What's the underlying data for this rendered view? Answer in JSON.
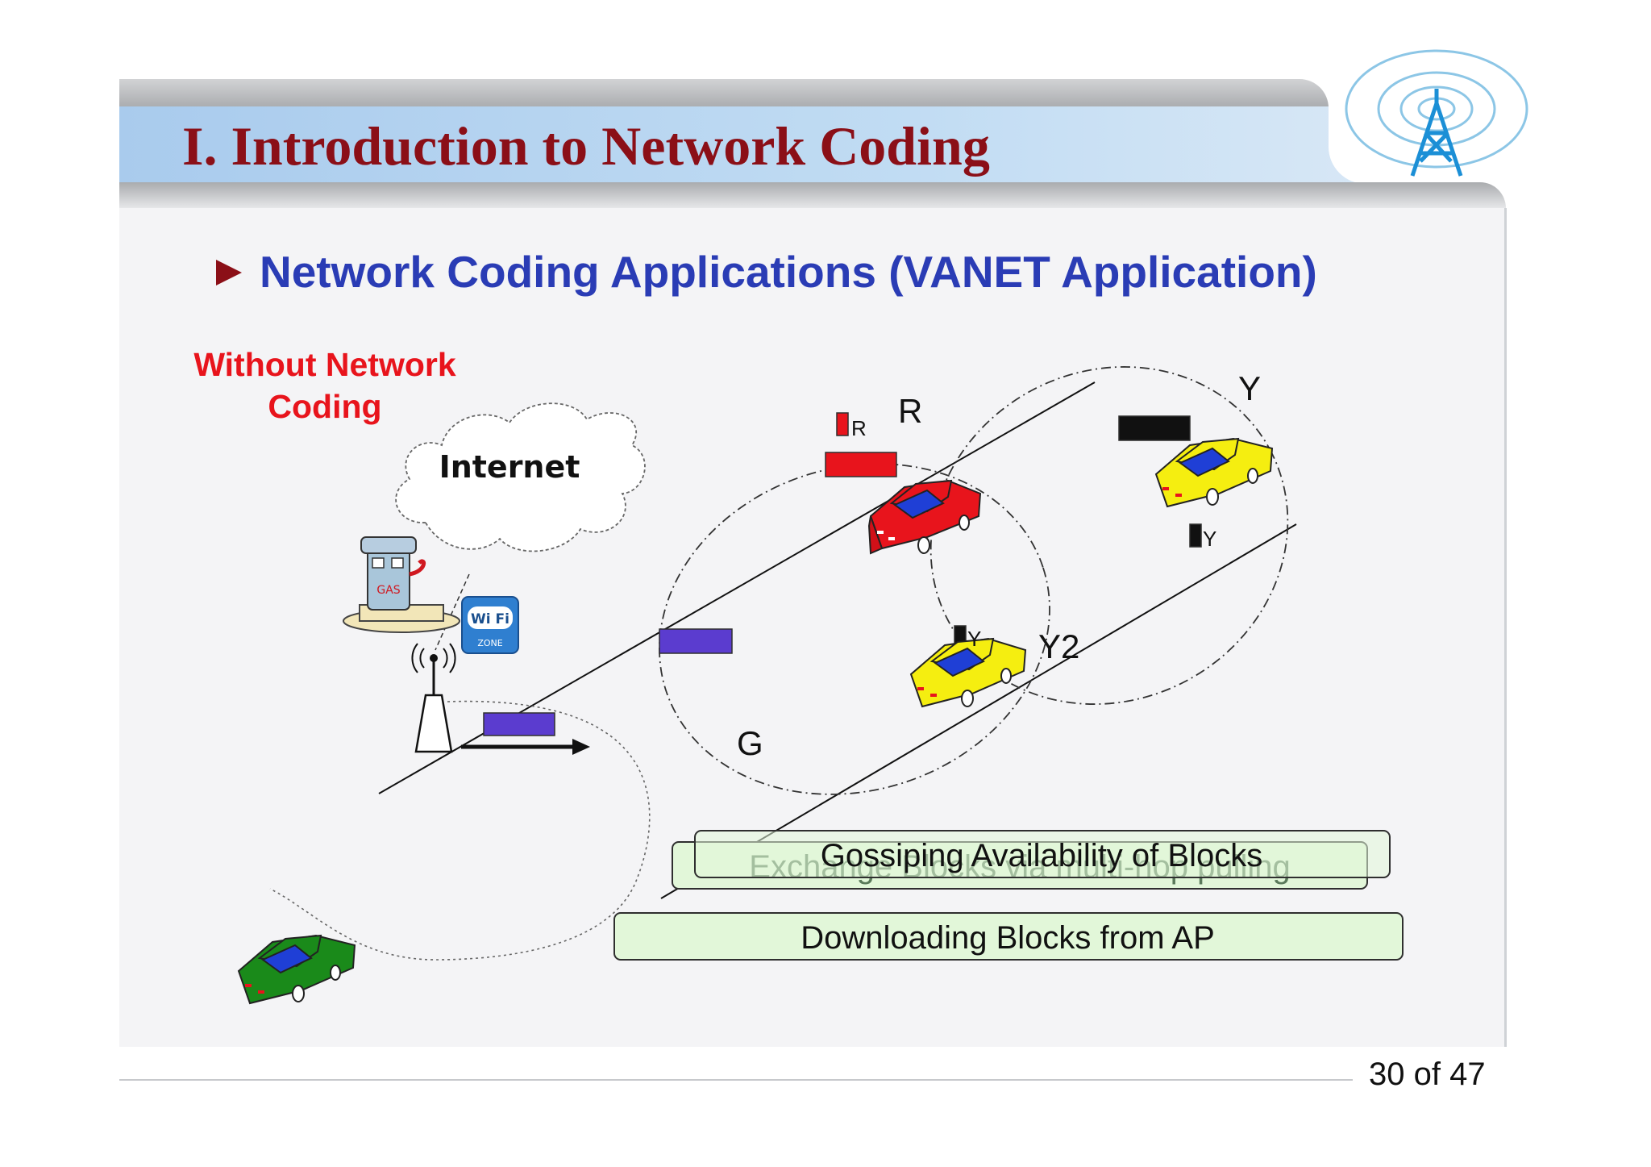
{
  "slide": {
    "title": "I. Introduction to Network Coding",
    "subtitle": "Network Coding Applications (VANET Application)",
    "page": "30 of 47"
  },
  "diagram": {
    "case_label": [
      "Without Network",
      "Coding"
    ],
    "internet": "Internet",
    "gas_sign": "GAS",
    "wifi_badge": [
      "Wi Fi",
      "ZONE"
    ],
    "car_labels": {
      "r_small": "R",
      "r_big": "R",
      "y_big": "Y",
      "y_small": "Y",
      "y2_small": "Y",
      "y2_big": "Y2",
      "g": "G"
    },
    "steps": [
      "Gossiping Availability of Blocks",
      "Exchange Blocks via multi-hop pulling",
      "Downloading Blocks from AP"
    ],
    "colors": {
      "red_car": "#e8141c",
      "yellow_car": "#f5ee10",
      "green_car": "#1a8a1a",
      "car_roof": "#1f3fd6",
      "block_purple": "#5b3ccf",
      "box_fill": "#e2f7d9",
      "box_border": "#2f2f2f"
    },
    "icons": [
      "cloud-icon",
      "gas-station-icon",
      "wifi-zone-icon",
      "access-point-icon",
      "tower-logo-icon"
    ]
  }
}
